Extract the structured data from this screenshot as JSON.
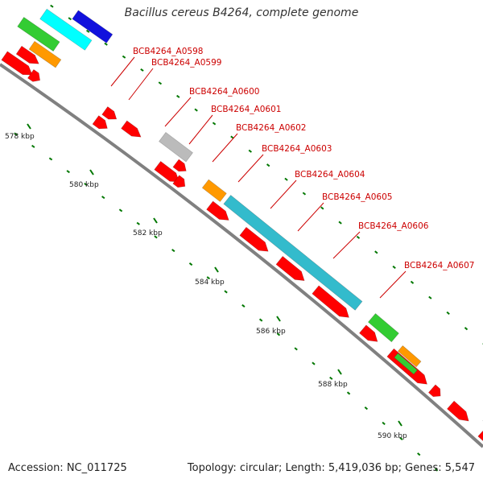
{
  "title": "Bacillus cereus B4264, complete genome",
  "accession": "Accession: NC_011725",
  "summary": "Topology: circular; Length: 5,419,036 bp; Genes: 5,547",
  "colors": {
    "backbone": "#808080",
    "cds": "#ff0000",
    "label": "#cc0000",
    "tick": "#007700",
    "cyan": "#33bbcc",
    "bright_cyan": "#00ffff",
    "blue": "#1111dd",
    "green": "#33cc33",
    "orange": "#ff9900",
    "gray": "#bbbbbb",
    "dark_gray": "#666666"
  },
  "tick_labels": [
    "578 kbp",
    "580 kbp",
    "582 kbp",
    "584 kbp",
    "586 kbp",
    "588 kbp",
    "590 kbp"
  ],
  "gene_labels": [
    "BCB4264_A0598",
    "BCB4264_A0599",
    "BCB4264_A0600",
    "BCB4264_A0601",
    "BCB4264_A0602",
    "BCB4264_A0603",
    "BCB4264_A0604",
    "BCB4264_A0605",
    "BCB4264_A0606",
    "BCB4264_A0607"
  ]
}
